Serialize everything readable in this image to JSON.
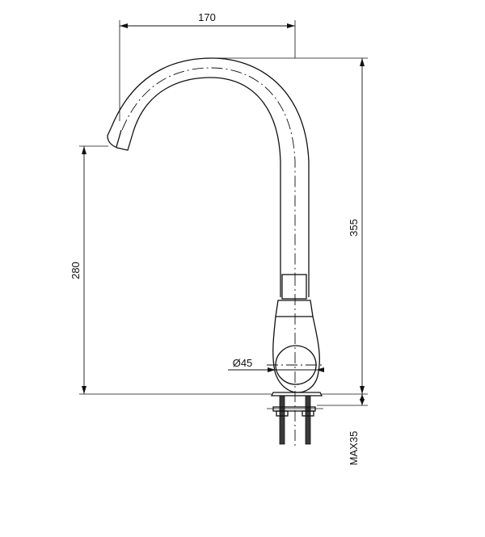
{
  "drawing": {
    "dimensions": {
      "width_spout_reach": "170",
      "height_total": "355",
      "height_spout_outlet": "280",
      "body_diameter": "Ø45",
      "max_counter_thickness": "MAX35"
    },
    "colors": {
      "line": "#111111",
      "bolt_fill": "#3a3a3a",
      "background": "#ffffff"
    }
  }
}
